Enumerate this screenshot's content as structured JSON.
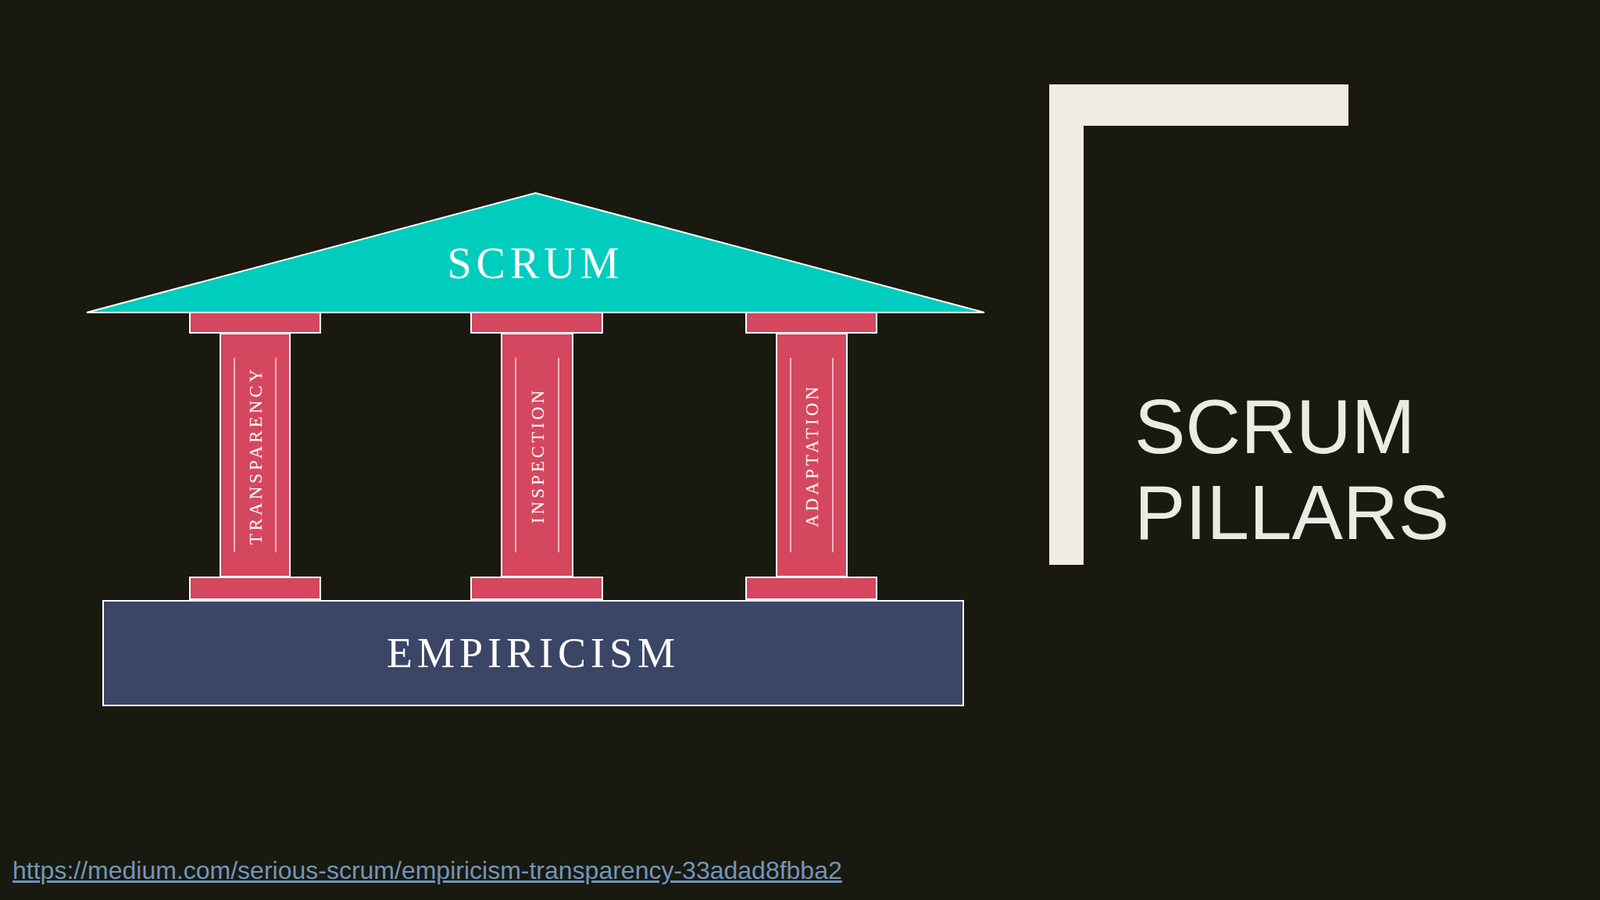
{
  "diagram": {
    "title": "SCRUM PILLARS",
    "nodes": [
      {
        "text": [
          "SCRUM"
        ]
      },
      {
        "text": [
          "TRANSPARENCY"
        ]
      },
      {
        "text": [
          "INSPECTION"
        ]
      },
      {
        "text": [
          "ADAPTATION"
        ]
      },
      {
        "text": [
          "EMPIRICISM"
        ]
      }
    ],
    "labels": [
      "https://medium.com/serious-scrum/empiricism-transparency-33adad8fbba2"
    ]
  }
}
